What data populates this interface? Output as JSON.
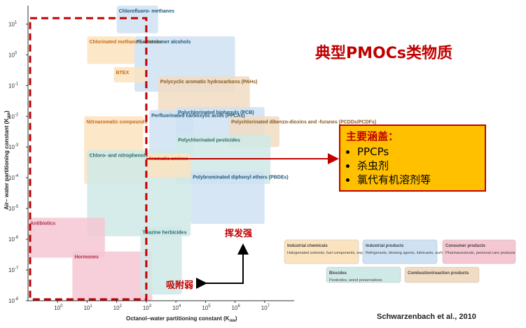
{
  "title": "典型PMOCs类物质",
  "note_box": {
    "heading": "主要涵盖：",
    "items": [
      "PPCPs",
      "杀虫剂",
      "氯代有机溶剂等"
    ]
  },
  "annotations": {
    "volatility_label": "挥发强",
    "adsorption_label": "吸附弱"
  },
  "citation": "Schwarzenbach et al., 2010",
  "chart_data": {
    "type": "region-map",
    "xlabel": "Octanol–water partitioning constant (K",
    "xlabel_sub": "ow",
    "xlabel_close": ")",
    "ylabel": "Air– water partitioning constant (K",
    "ylabel_sub": "aw",
    "ylabel_close": ")",
    "x_scale": "log",
    "y_scale": "log",
    "x_ticks": [
      {
        "base": "10",
        "exp": "0"
      },
      {
        "base": "10",
        "exp": "1"
      },
      {
        "base": "10",
        "exp": "2"
      },
      {
        "base": "10",
        "exp": "3"
      },
      {
        "base": "10",
        "exp": "4"
      },
      {
        "base": "10",
        "exp": "5"
      },
      {
        "base": "10",
        "exp": "6"
      },
      {
        "base": "10",
        "exp": "7"
      }
    ],
    "y_ticks": [
      {
        "base": "10",
        "exp": "1"
      },
      {
        "base": "10",
        "exp": "0"
      },
      {
        "base": "10",
        "exp": "-1"
      },
      {
        "base": "10",
        "exp": "-2"
      },
      {
        "base": "10",
        "exp": "-3"
      },
      {
        "base": "10",
        "exp": "-4"
      },
      {
        "base": "10",
        "exp": "-5"
      },
      {
        "base": "10",
        "exp": "-6"
      },
      {
        "base": "10",
        "exp": "-7"
      },
      {
        "base": "10",
        "exp": "-8"
      }
    ],
    "xlim": [
      -1,
      8
    ],
    "ylim": [
      -8,
      1.6
    ],
    "highlight_region": {
      "x_max": 3,
      "color": "#c00000",
      "style": "dashed"
    },
    "groups": [
      {
        "label": "Chlorofluoro- methanes",
        "category": "industrial",
        "x": [
          2.0,
          3.4
        ],
        "y": [
          0.7,
          1.6
        ]
      },
      {
        "label": "Chlorinated methanes/ ethenes",
        "category": "industrial_chemicals",
        "x": [
          1.0,
          2.6
        ],
        "y": [
          -0.3,
          0.6
        ]
      },
      {
        "label": "Fluorotelomer alcohols",
        "category": "industrial",
        "x": [
          2.6,
          6.0
        ],
        "y": [
          -1.2,
          0.6
        ]
      },
      {
        "label": "BTEX",
        "category": "industrial_chemicals",
        "x": [
          1.9,
          3.0
        ],
        "y": [
          -0.9,
          -0.4
        ]
      },
      {
        "label": "Polycyclic aromatic hydrocarbons (PAHs)",
        "category": "combustion",
        "x": [
          3.4,
          6.5
        ],
        "y": [
          -2.0,
          -0.7
        ]
      },
      {
        "label": "Polychlorinated biphenyls (PCB)",
        "category": "industrial",
        "x": [
          4.0,
          7.0
        ],
        "y": [
          -2.7,
          -1.7
        ]
      },
      {
        "label": "Perfluorinated carboxylic acids (PFCAs)",
        "category": "industrial",
        "x": [
          3.1,
          4.6
        ],
        "y": [
          -3.3,
          -1.8
        ]
      },
      {
        "label": "Polychlorinated dibenzo-dioxins and -furanes (PCDDs/PCDFs)",
        "category": "combustion",
        "x": [
          5.8,
          7.5
        ],
        "y": [
          -3.0,
          -2.0
        ]
      },
      {
        "label": "Polychlorinated pesticides",
        "category": "biocides",
        "x": [
          4.0,
          7.2
        ],
        "y": [
          -4.2,
          -2.6
        ]
      },
      {
        "label": "Nitroaromatic compounds",
        "category": "industrial_chemicals",
        "x": [
          0.9,
          2.9
        ],
        "y": [
          -4.2,
          -2.0
        ]
      },
      {
        "label": "Chloro- and nitrophenols",
        "category": "biocides",
        "x": [
          1.0,
          4.5
        ],
        "y": [
          -5.9,
          -3.1
        ]
      },
      {
        "label": "Aromatic amines",
        "category": "industrial_chemicals",
        "x": [
          3.0,
          4.5
        ],
        "y": [
          -4.0,
          -3.2
        ]
      },
      {
        "label": "Polybrominated diphenyl ethers (PBDEs)",
        "category": "industrial",
        "x": [
          4.5,
          7.0
        ],
        "y": [
          -5.5,
          -3.8
        ]
      },
      {
        "label": "Antibiotics",
        "category": "consumer",
        "x": [
          -1.0,
          1.6
        ],
        "y": [
          -6.6,
          -5.3
        ]
      },
      {
        "label": "Hormones",
        "category": "consumer",
        "x": [
          0.5,
          3.2
        ],
        "y": [
          -8.0,
          -6.4
        ]
      },
      {
        "label": "Triazine herbicides",
        "category": "biocides",
        "x": [
          2.8,
          4.2
        ],
        "y": [
          -7.8,
          -5.6
        ]
      }
    ],
    "legend": [
      {
        "label": "Industrial chemicals",
        "desc": "Halogenated solvents, fuel components, explosives",
        "color": "#fbe3bf"
      },
      {
        "label": "Industrial products",
        "desc": "Refrigerants, blowing agents, lubricants, surfactants, flame retardants",
        "color": "#cfe2f3"
      },
      {
        "label": "Consumer products",
        "desc": "Pharmaceuticals, personal care products",
        "color": "#f4c7d3"
      },
      {
        "label": "Biocides",
        "desc": "Pesticides, wood preservatives",
        "color": "#cfe9e6"
      },
      {
        "label": "Combustion/reaction products",
        "desc": "",
        "color": "#f1dcc3"
      }
    ],
    "legend_placement": "bottom-right",
    "grid": false
  }
}
